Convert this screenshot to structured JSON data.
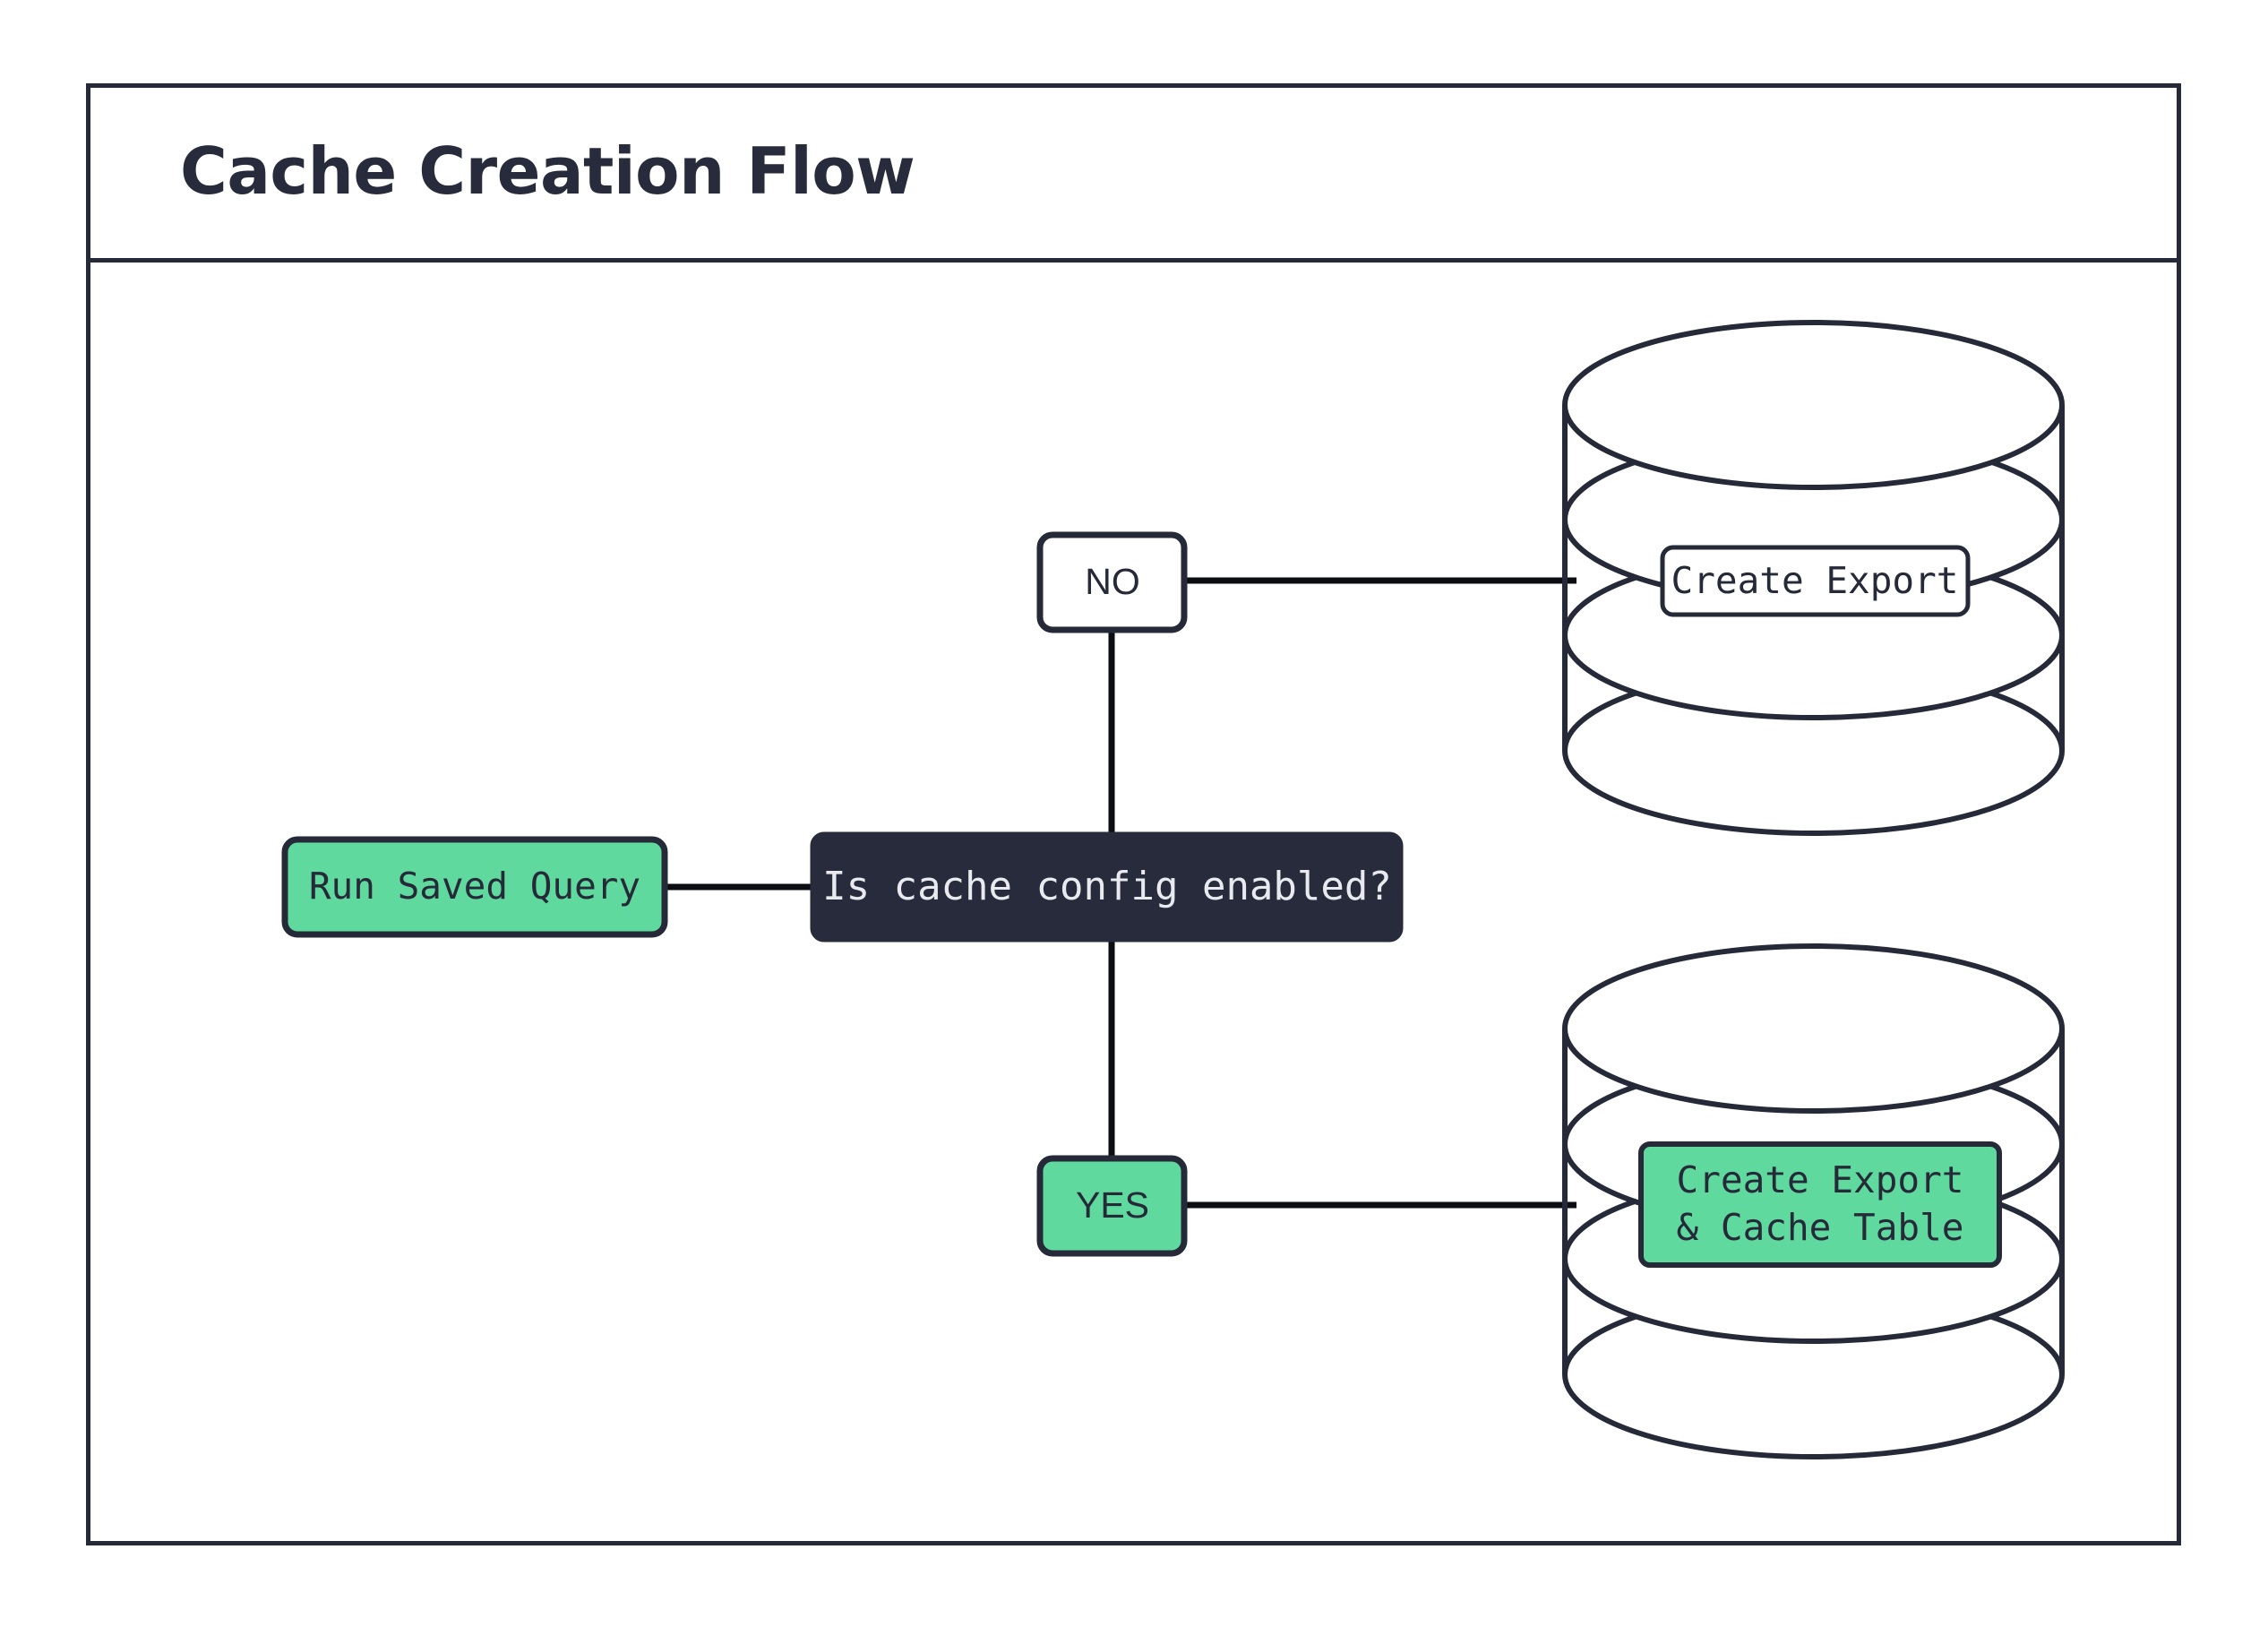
{
  "diagram": {
    "title": "Cache Creation Flow",
    "colors": {
      "accent_green": "#5fd99e",
      "dark_node": "#272b3b",
      "stroke": "#262a38",
      "background": "#ffffff",
      "light_text": "#e8eaf0"
    },
    "nodes": [
      {
        "id": "run-saved-query",
        "label": "Run Saved Query",
        "shape": "rounded-rect",
        "style": "green"
      },
      {
        "id": "is-cache-config-enabled",
        "label": "Is cache config enabled?",
        "shape": "rounded-rect",
        "style": "dark"
      },
      {
        "id": "branch-no",
        "label": "NO",
        "shape": "rounded-rect",
        "style": "white"
      },
      {
        "id": "branch-yes",
        "label": "YES",
        "shape": "rounded-rect",
        "style": "green"
      },
      {
        "id": "database-create-export",
        "label": "Create Export",
        "shape": "database-cylinder",
        "style": "white"
      },
      {
        "id": "database-create-export-cache-table",
        "label_line_1": "Create Export",
        "label_line_2": "& Cache Table",
        "shape": "database-cylinder",
        "style": "green"
      }
    ],
    "edges": [
      {
        "from": "run-saved-query",
        "to": "is-cache-config-enabled",
        "label": ""
      },
      {
        "from": "is-cache-config-enabled",
        "to": "branch-no",
        "label": ""
      },
      {
        "from": "branch-no",
        "to": "database-create-export",
        "label": ""
      },
      {
        "from": "is-cache-config-enabled",
        "to": "branch-yes",
        "label": ""
      },
      {
        "from": "branch-yes",
        "to": "database-create-export-cache-table",
        "label": ""
      }
    ]
  }
}
